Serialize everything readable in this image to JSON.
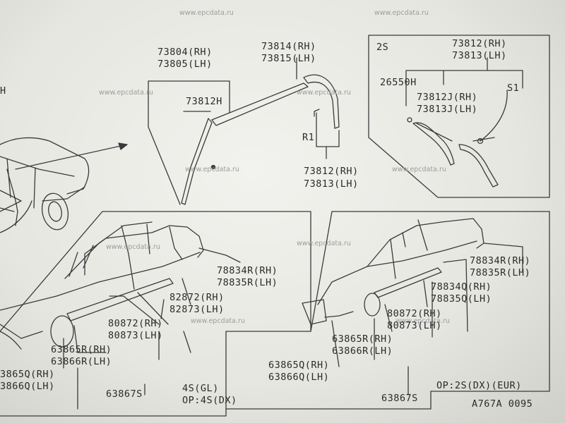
{
  "watermark": "www.epcdata.ru",
  "labels": {
    "fragment_h": "H",
    "p73804": "73804(RH)",
    "p73805": "73805(LH)",
    "p73812h": "73812H",
    "p73814": "73814(RH)",
    "p73815": "73815(LH)",
    "r1": "R1",
    "p73812_rh": "73812(RH)",
    "p73813_lh": "73813(LH)",
    "inset_2s": "2S",
    "inset_73812": "73812(RH)",
    "inset_73813": "73813(LH)",
    "p26550h": "26550H",
    "s1": "S1",
    "p73812j": "73812J(RH)",
    "p73813j": "73813J(LH)",
    "l_78834r": "78834R(RH)",
    "l_78835r": "78835R(LH)",
    "l_82872": "82872(RH)",
    "l_82873": "82873(LH)",
    "l_80872": "80872(RH)",
    "l_80873": "80873(LH)",
    "l_63865r": "63865R(RH)",
    "l_63866r": "63866R(LH)",
    "l_63865q": "3865Q(RH)",
    "l_63866q": "3866Q(LH)",
    "l_63867s": "63867S",
    "l_note1": "4S(GL)",
    "l_note2": "OP:4S(DX)",
    "r_78834r": "78834R(RH)",
    "r_78835r": "78835R(LH)",
    "r_78834q": "78834Q(RH)",
    "r_78835q": "78835Q(LH)",
    "r_80872": "80872(RH)",
    "r_80873": "80873(LH)",
    "r_63865r": "63865R(RH)",
    "r_63866r": "63866R(LH)",
    "r_63865q": "63865Q(RH)",
    "r_63866q": "63866Q(LH)",
    "r_63867s": "63867S",
    "r_note": "OP:2S(DX)(EUR)",
    "figure_code": "A767A 0095"
  }
}
